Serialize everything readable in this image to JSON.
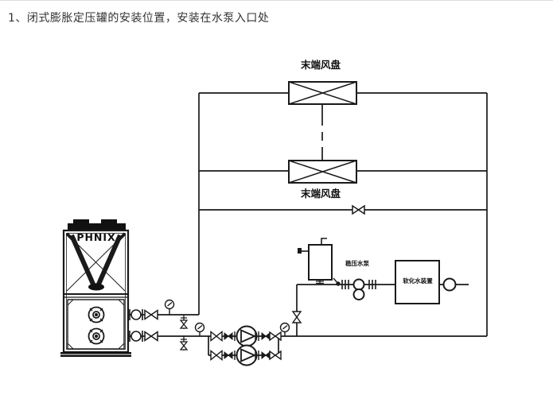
{
  "page": {
    "heading": "1、闭式膨胀定压罐的安装位置，安装在水泵入口处"
  },
  "diagram": {
    "fan_coil_top_label": "末端风盘",
    "fan_coil_bottom_label": "末端风盘",
    "heat_pump_brand": "PHNIX",
    "makeup_pump_label": "稳压水泵",
    "water_treatment_label": "软化水装置"
  },
  "colors": {
    "line": "#1a1a1a",
    "heading_text": "#333333",
    "page_background": "#ffffff",
    "top_divider": "#dcdcdc"
  }
}
